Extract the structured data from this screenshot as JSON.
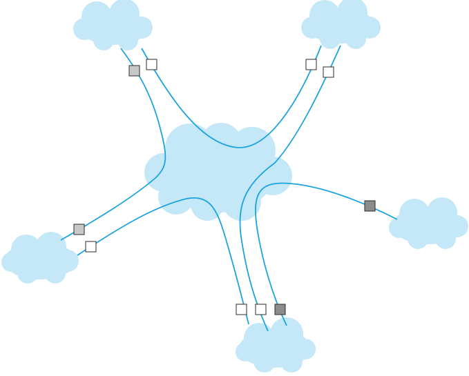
{
  "colors": {
    "cloud": "#c4e8f8",
    "link": "#1aa3e0",
    "node_white": "#ffffff",
    "node_light": "#c8c8c8",
    "node_dark": "#8c8c8c"
  },
  "clouds": [
    {
      "id": "cloud-center",
      "role": "central network"
    },
    {
      "id": "cloud-top-left",
      "role": "peer network"
    },
    {
      "id": "cloud-top-right",
      "role": "peer network"
    },
    {
      "id": "cloud-left",
      "role": "peer network"
    },
    {
      "id": "cloud-right",
      "role": "peer network"
    },
    {
      "id": "cloud-bottom",
      "role": "peer network"
    }
  ],
  "links": [
    {
      "id": "link-top-left-outer",
      "from": "cloud-top-left",
      "to": "cloud-left"
    },
    {
      "id": "link-top-left-inner",
      "from": "cloud-top-left",
      "to": "cloud-top-right"
    },
    {
      "id": "link-top-right-outer",
      "from": "cloud-top-right",
      "to": "cloud-bottom"
    },
    {
      "id": "link-left-bottom",
      "from": "cloud-left",
      "to": "cloud-bottom"
    },
    {
      "id": "link-right-bottom",
      "from": "cloud-right",
      "to": "cloud-bottom"
    }
  ],
  "nodes": [
    {
      "id": "node-top-left-a",
      "shade": "light"
    },
    {
      "id": "node-top-left-b",
      "shade": "white"
    },
    {
      "id": "node-top-right-a",
      "shade": "white"
    },
    {
      "id": "node-top-right-b",
      "shade": "white"
    },
    {
      "id": "node-left-a",
      "shade": "light"
    },
    {
      "id": "node-left-b",
      "shade": "white"
    },
    {
      "id": "node-right",
      "shade": "dark"
    },
    {
      "id": "node-bottom-a",
      "shade": "white"
    },
    {
      "id": "node-bottom-b",
      "shade": "white"
    },
    {
      "id": "node-bottom-c",
      "shade": "dark"
    }
  ]
}
